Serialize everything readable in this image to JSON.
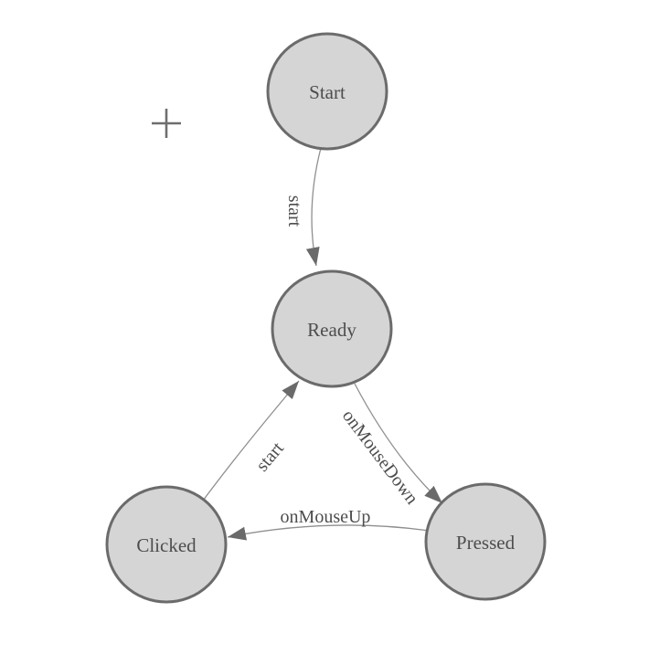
{
  "colors": {
    "background": "#ffffff",
    "node_fill": "#d5d5d5",
    "node_stroke": "#6b6b6b",
    "edge_line": "#8f8f8f",
    "arrowhead": "#6a6a6a",
    "text": "#4d4d4d",
    "crosshair": "#6e6e6e"
  },
  "nodes": [
    {
      "id": "start",
      "label": "Start"
    },
    {
      "id": "ready",
      "label": "Ready"
    },
    {
      "id": "clicked",
      "label": "Clicked"
    },
    {
      "id": "pressed",
      "label": "Pressed"
    }
  ],
  "edges": [
    {
      "from": "Start",
      "to": "Ready",
      "label": "start"
    },
    {
      "from": "Ready",
      "to": "Pressed",
      "label": "onMouseDown"
    },
    {
      "from": "Pressed",
      "to": "Clicked",
      "label": "onMouseUp"
    },
    {
      "from": "Clicked",
      "to": "Ready",
      "label": "start"
    }
  ],
  "icons": {
    "crosshair": "plus-crosshair"
  }
}
